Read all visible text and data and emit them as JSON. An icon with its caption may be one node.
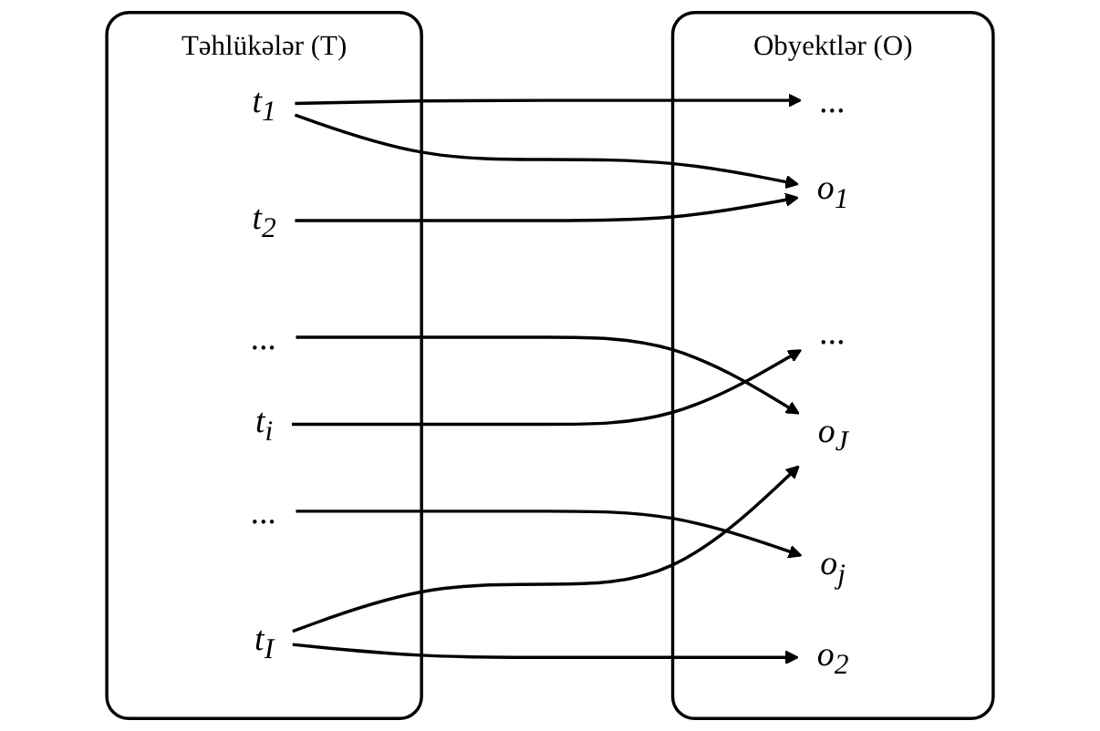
{
  "diagram": {
    "nodes": [
      {
        "text": [
          "Təhlükələr (T)"
        ]
      },
      {
        "text": [
          "t$_{1}$"
        ],
        "in": 0
      },
      {
        "text": [
          "t$_{2}$"
        ],
        "in": 0
      },
      {
        "text": [
          "..."
        ],
        "in": 0
      },
      {
        "text": [
          "t$_{i}$"
        ],
        "in": 0
      },
      {
        "text": [
          "..."
        ],
        "in": 0
      },
      {
        "text": [
          "t$_{I}$"
        ],
        "in": 0
      },
      {
        "text": [
          "Obyektlər (O)"
        ]
      },
      {
        "text": [
          "o$_{1}$"
        ],
        "in": 7
      },
      {
        "text": [
          "o$_{2}$"
        ],
        "in": 7
      },
      {
        "text": [
          "..."
        ],
        "in": 7
      },
      {
        "text": [
          "o$_{j}$"
        ],
        "in": 7
      },
      {
        "text": [
          "..."
        ],
        "in": 7
      },
      {
        "text": [
          "o$_{J}$"
        ],
        "in": 7
      }
    ],
    "edges": [
      {
        "from": 1,
        "to": 8,
        "arrow": "to"
      },
      {
        "from": 1,
        "to": 12,
        "arrow": "to"
      },
      {
        "from": 2,
        "to": 8,
        "arrow": "to"
      },
      {
        "from": 3,
        "to": 13,
        "arrow": "to"
      },
      {
        "from": 4,
        "to": 10,
        "arrow": "to"
      },
      {
        "from": 5,
        "to": 11,
        "arrow": "to"
      },
      {
        "from": 6,
        "to": 9,
        "arrow": "to"
      },
      {
        "from": 6,
        "to": 13,
        "arrow": "to"
      }
    ]
  }
}
